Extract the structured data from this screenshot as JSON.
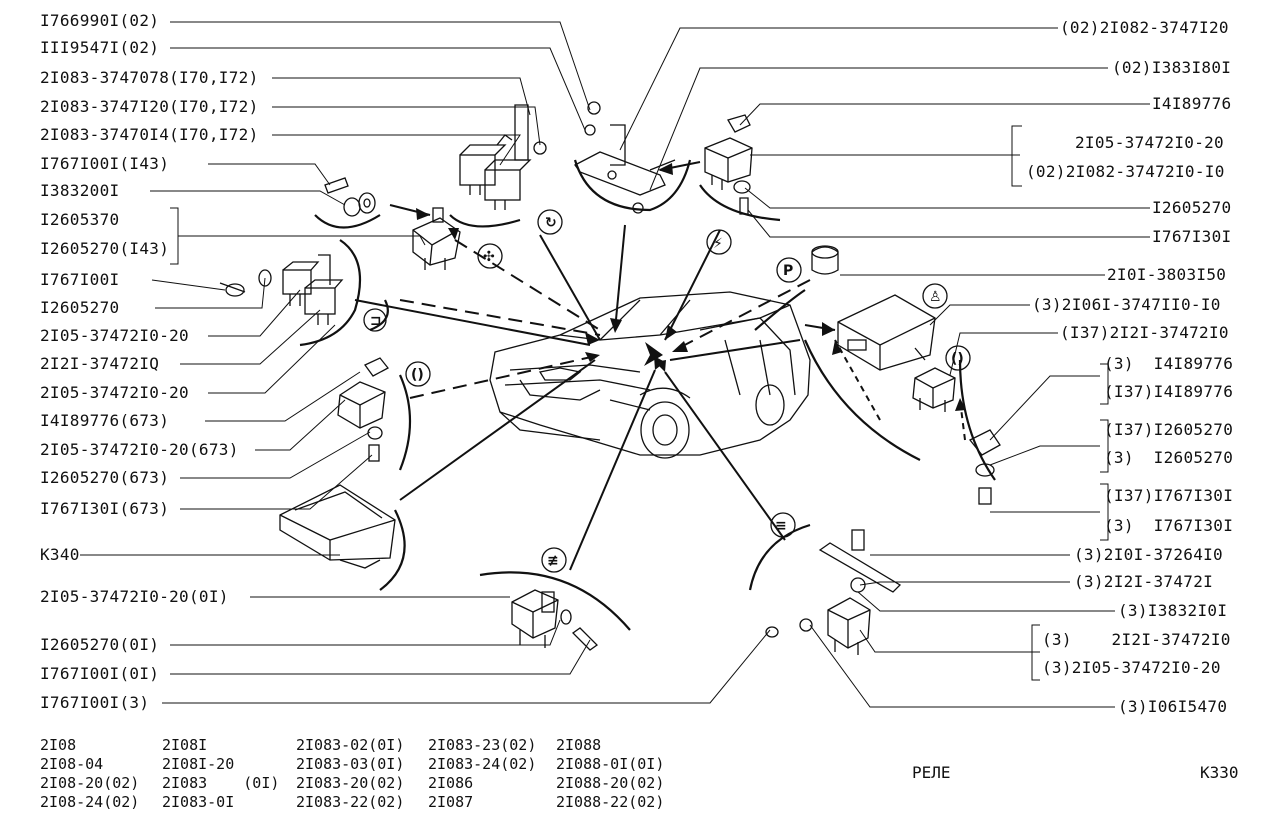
{
  "left_labels": [
    "I766990I(02)",
    "III9547I(02)",
    "2I083-3747078(I70,I72)",
    "2I083-3747I20(I70,I72)",
    "2I083-37470I4(I70,I72)",
    "I767I00I(I43)",
    "I383200I",
    "I2605370",
    "I2605270(I43)",
    "I767I00I",
    "I2605270",
    "2I05-37472I0-20",
    "2I2I-37472IQ",
    "2I05-37472I0-20",
    "I4I89776(673)",
    "2I05-37472I0-20(673)",
    "I2605270(673)",
    "I767I30I(673)",
    "K340",
    "2I05-37472I0-20(0I)",
    "I2605270(0I)",
    "I767I00I(0I)",
    "I767I00I(3)"
  ],
  "right_labels": [
    "(02)2I082-3747I20",
    "(02)I383I80I",
    "I4I89776",
    "2I05-37472I0-20",
    "(02)2I082-37472I0-I0",
    "I2605270",
    "I767I30I",
    "2I0I-3803I50",
    "(3)2I06I-3747II0-I0",
    "(I37)2I2I-37472I0",
    "(3)  I4I89776",
    "(I37)I4I89776",
    "(I37)I2605270",
    "(3)  I2605270",
    "(I37)I767I30I",
    "(3)  I767I30I",
    "(3)2I0I-37264I0",
    "(3)2I2I-37472I",
    "(3)I3832I0I",
    "(3)    2I2I-37472I0",
    "(3)2I05-37472I0-20",
    "(3)I06I5470"
  ],
  "models": [
    [
      "2I08",
      "2I08-04",
      "2I08-20(02)",
      "2I08-24(02)"
    ],
    [
      "2I08I",
      "2I08I-20",
      "2I083    (0I)",
      "2I083-0I"
    ],
    [
      "2I083-02(0I)",
      "2I083-03(0I)",
      "2I083-20(02)",
      "2I083-22(02)"
    ],
    [
      "2I083-23(02)",
      "2I083-24(02)",
      "2I086",
      "2I087"
    ],
    [
      "2I088",
      "2I088-0I(0I)",
      "2I088-20(02)",
      "2I088-22(02)"
    ]
  ],
  "caption_name": "РЕЛЕ",
  "caption_code": "К330"
}
